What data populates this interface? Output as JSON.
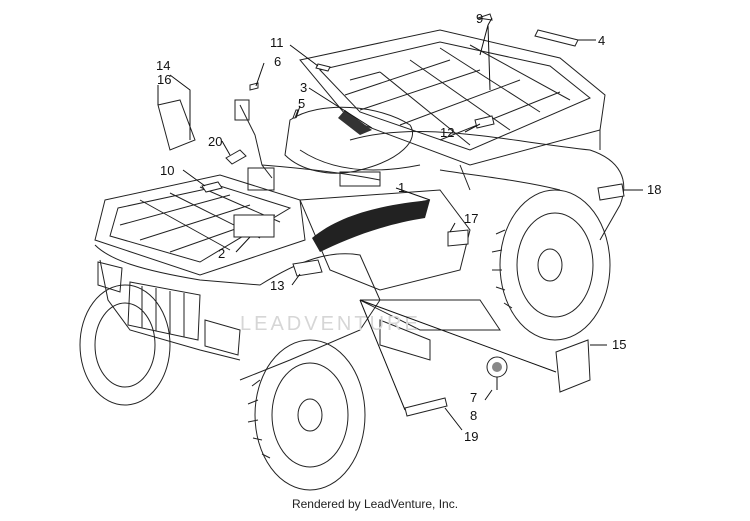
{
  "callouts": {
    "c1": "1",
    "c2": "2",
    "c3": "3",
    "c4": "4",
    "c5": "5",
    "c6": "6",
    "c7": "7",
    "c8": "8",
    "c9": "9",
    "c10": "10",
    "c11": "11",
    "c12": "12",
    "c13": "13",
    "c14": "14",
    "c15": "15",
    "c16": "16",
    "c17": "17",
    "c18": "18",
    "c19": "19",
    "c20": "20"
  },
  "watermark": "LEADVENTURE",
  "footer": "Rendered by LeadVenture, Inc."
}
